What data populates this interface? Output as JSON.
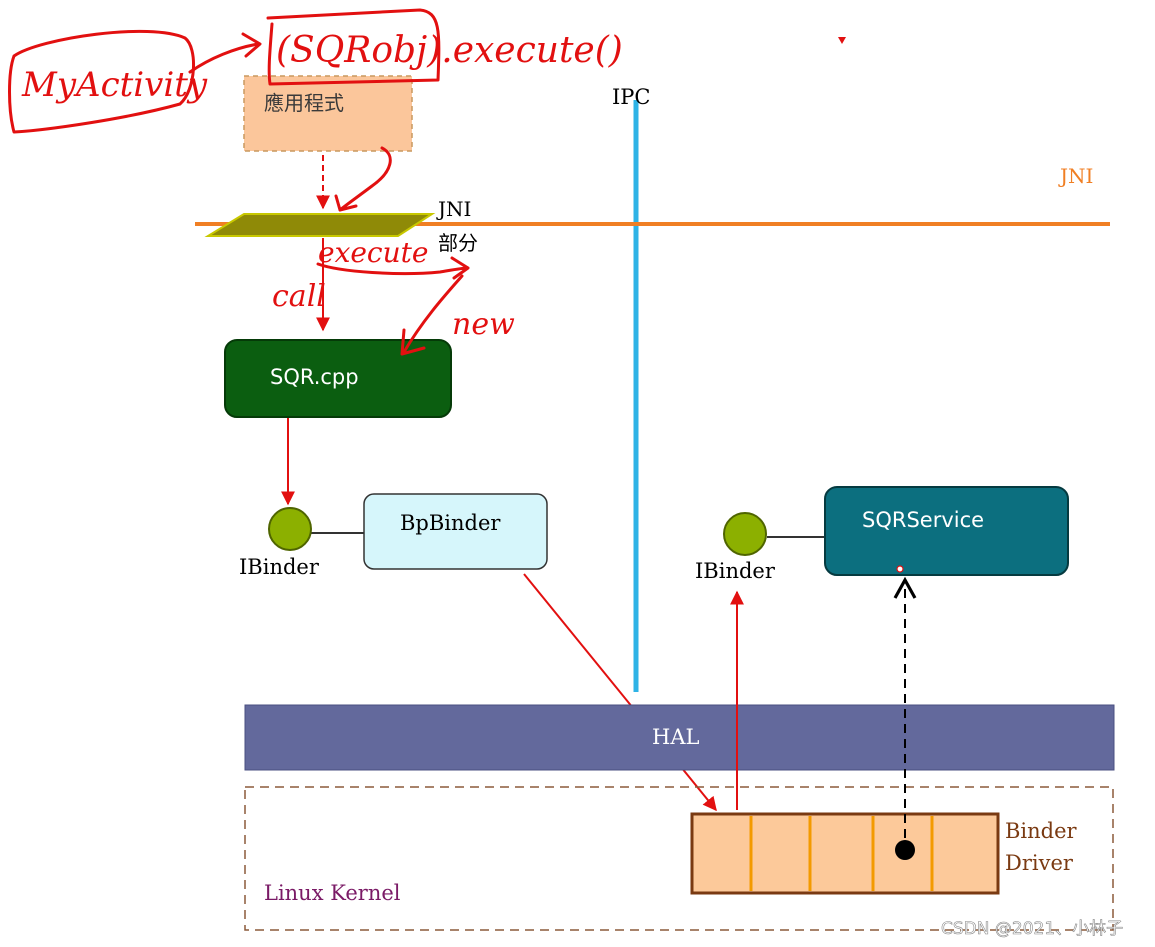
{
  "app_box": {
    "label": "應用程式"
  },
  "ipc_label": "IPC",
  "jni": {
    "right_label": "JNI",
    "left_label_1": "JNI",
    "left_label_2": "部分"
  },
  "sqr_cpp": {
    "label": "SQR.cpp"
  },
  "client": {
    "ibinder_label": "IBinder",
    "bpbinder_label": "BpBinder"
  },
  "server": {
    "ibinder_label": "IBinder",
    "service_label": "SQRService"
  },
  "hal": {
    "label": "HAL"
  },
  "kernel": {
    "label": "Linux Kernel"
  },
  "driver": {
    "label_1": "Binder",
    "label_2": "Driver"
  },
  "handwriting": {
    "myactivity": "MyActivity",
    "sqr_obj": "(SQRobj).execute()",
    "execute": "execute",
    "call": "call",
    "new": "new"
  },
  "watermark": "CSDN @2021、小林子",
  "colors": {
    "ipc_line": "#2eb3e6",
    "jni_line": "#f07f24",
    "sqr_cpp_fill": "#0b5e10",
    "bpbinder_fill": "#d6f6fb",
    "service_fill": "#0c6f7f",
    "hal_fill": "#63699c",
    "driver_fill": "#fcc99a",
    "app_fill": "#fbc69b",
    "ibinder_ball": "#8cb000",
    "red_ink": "#e21010",
    "kernel_label": "#7a1a66"
  }
}
